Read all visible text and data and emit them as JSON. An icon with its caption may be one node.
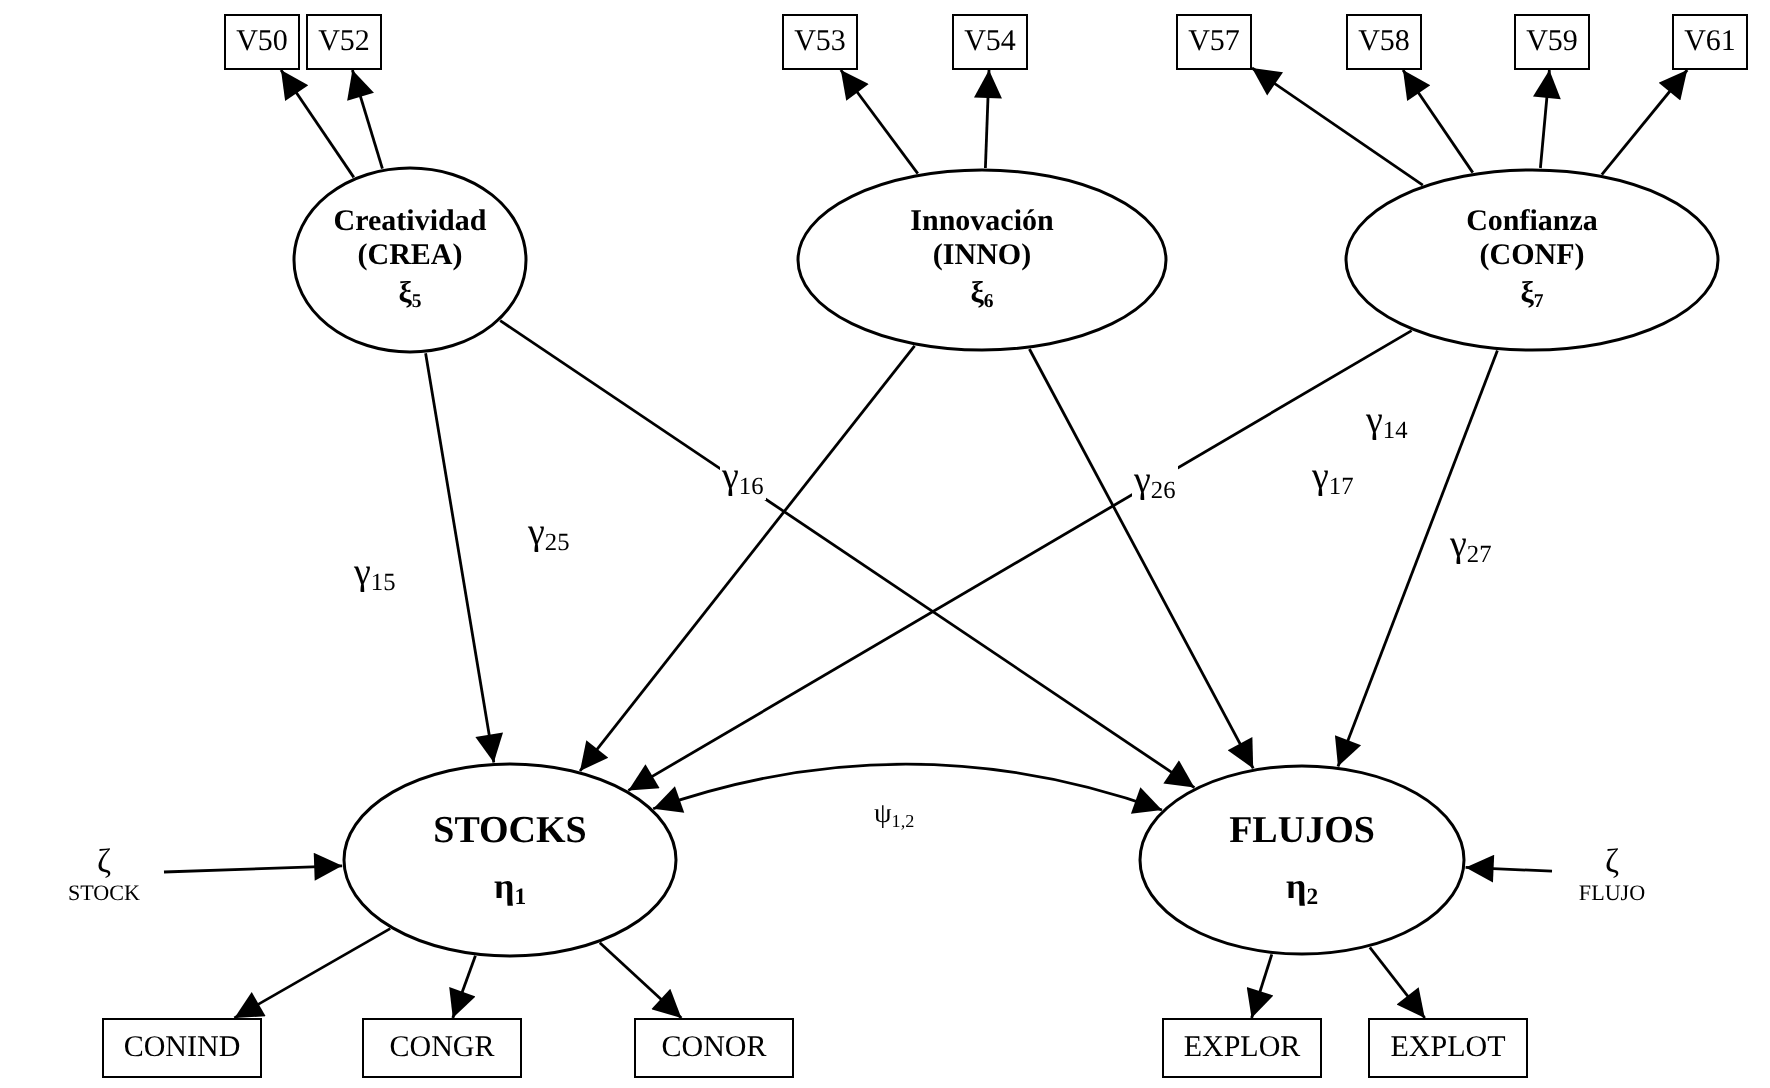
{
  "diagram": {
    "nodes": [
      {
        "text": [
          "V50"
        ]
      },
      {
        "text": [
          "V52"
        ]
      },
      {
        "text": [
          "V53"
        ]
      },
      {
        "text": [
          "V54"
        ]
      },
      {
        "text": [
          "V57"
        ]
      },
      {
        "text": [
          "V58"
        ]
      },
      {
        "text": [
          "V59"
        ]
      },
      {
        "text": [
          "V61"
        ]
      },
      {
        "text": [
          "Creatividad (CREA)",
          "ξ$_{5}$"
        ]
      },
      {
        "text": [
          "Innovación (INNO)",
          "ξ$_{6}$"
        ]
      },
      {
        "text": [
          "Confianza (CONF)",
          "ξ$_{7}$"
        ]
      },
      {
        "text": [
          "ζ$_{STOCK}$"
        ]
      },
      {
        "text": [
          "STOCKS",
          "η$_{1}$"
        ]
      },
      {
        "text": [
          "FLUJOS",
          "η$_{2}$"
        ]
      },
      {
        "text": [
          "ζ$_{FLUJO}$"
        ]
      },
      {
        "text": [
          "CONIND"
        ]
      },
      {
        "text": [
          "CONGR"
        ]
      },
      {
        "text": [
          "CONOR"
        ]
      },
      {
        "text": [
          "EXPLOR"
        ]
      },
      {
        "text": [
          "EXPLOT"
        ]
      }
    ],
    "edges": [
      {
        "from": 8,
        "to": 0,
        "arrow": "to"
      },
      {
        "from": 8,
        "to": 1,
        "arrow": "to"
      },
      {
        "from": 9,
        "to": 2,
        "arrow": "to"
      },
      {
        "from": 9,
        "to": 3,
        "arrow": "to"
      },
      {
        "from": 10,
        "to": 4,
        "arrow": "to"
      },
      {
        "from": 10,
        "to": 5,
        "arrow": "to"
      },
      {
        "from": 10,
        "to": 6,
        "arrow": "to"
      },
      {
        "from": 10,
        "to": 7,
        "arrow": "to"
      },
      {
        "from": 8,
        "to": 12,
        "arrow": "to",
        "label": "γ$_{15}$"
      },
      {
        "from": 8,
        "to": 13,
        "arrow": "to",
        "label": "γ$_{25}$"
      },
      {
        "from": 9,
        "to": 12,
        "arrow": "to",
        "label": "γ$_{16}$"
      },
      {
        "from": 9,
        "to": 13,
        "arrow": "to",
        "label": "γ$_{26}$"
      },
      {
        "from": 10,
        "to": 12,
        "arrow": "to",
        "label": "γ$_{17}$"
      },
      {
        "from": 10,
        "to": 13,
        "arrow": "to",
        "label": "γ$_{27}$"
      },
      {
        "from": 12,
        "to": 13,
        "arrow": "both",
        "label": "ψ$_{1,2}$"
      },
      {
        "from": 11,
        "to": 12,
        "arrow": "to"
      },
      {
        "from": 14,
        "to": 13,
        "arrow": "to"
      },
      {
        "from": 12,
        "to": 15,
        "arrow": "to"
      },
      {
        "from": 12,
        "to": 16,
        "arrow": "to"
      },
      {
        "from": 12,
        "to": 17,
        "arrow": "to"
      },
      {
        "from": 13,
        "to": 18,
        "arrow": "to"
      },
      {
        "from": 13,
        "to": 19,
        "arrow": "to"
      }
    ],
    "labels": [
      "γ$_{14}$"
    ]
  }
}
